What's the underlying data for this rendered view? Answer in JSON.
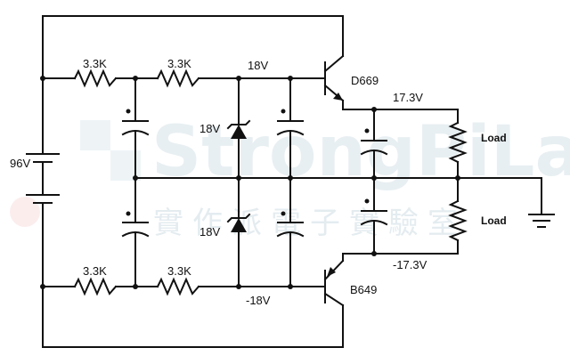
{
  "watermark": {
    "title": "StrongPiLab",
    "subtitle": "實作派電子實驗室"
  },
  "labels": {
    "battery": "96V",
    "r_top_left": "3.3K",
    "r_top_right": "3.3K",
    "r_bottom_left": "3.3K",
    "r_bottom_right": "3.3K",
    "node_top": "18V",
    "node_bottom": "-18V",
    "zener_top": "18V",
    "zener_bottom": "18V",
    "transistor_top": "D669",
    "transistor_bottom": "B649",
    "out_top": "17.3V",
    "out_bottom": "-17.3V",
    "load_top": "Load",
    "load_bottom": "Load"
  }
}
